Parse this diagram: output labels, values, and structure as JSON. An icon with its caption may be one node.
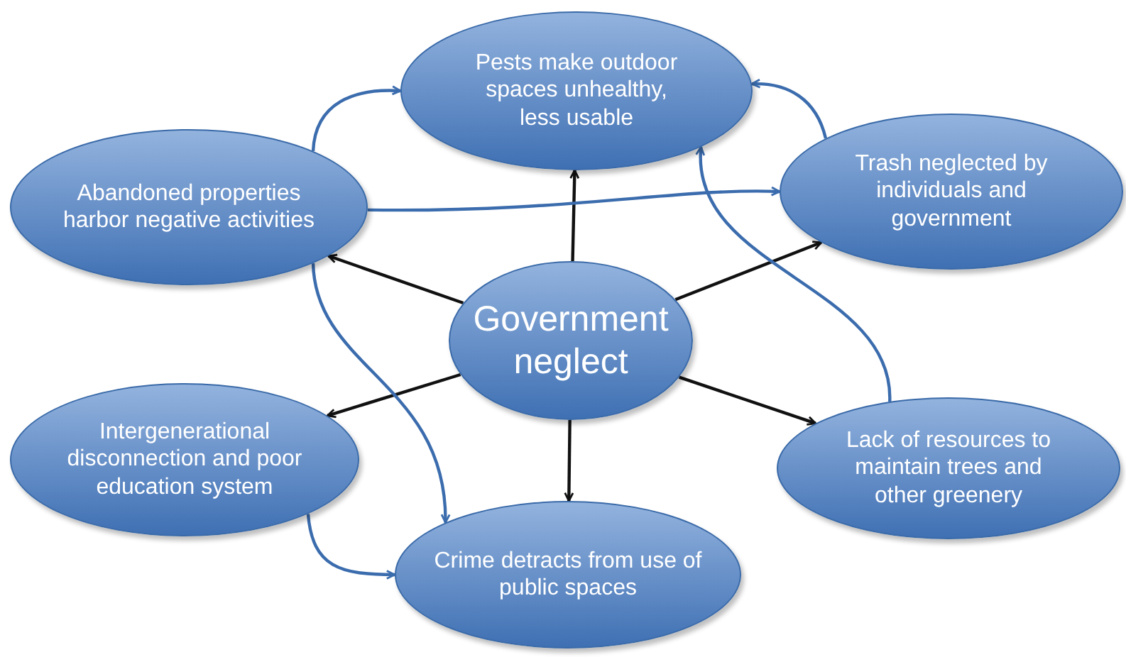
{
  "diagram": {
    "nodes": [
      {
        "text": [
          "Government neglect"
        ]
      },
      {
        "text": [
          "Pests make outdoor spaces unhealthy, less usable"
        ]
      },
      {
        "text": [
          "Abandoned properties harbor negative activities"
        ]
      },
      {
        "text": [
          "Trash neglected by individuals and government"
        ]
      },
      {
        "text": [
          "Intergenerational disconnection and poor education system"
        ]
      },
      {
        "text": [
          "Lack of resources to maintain trees and other greenery"
        ]
      },
      {
        "text": [
          "Crime detracts from use of public spaces"
        ]
      }
    ],
    "edges": [
      {
        "from": 0,
        "to": 1,
        "arrow": "to"
      },
      {
        "from": 0,
        "to": 2,
        "arrow": "to"
      },
      {
        "from": 0,
        "to": 3,
        "arrow": "to"
      },
      {
        "from": 0,
        "to": 4,
        "arrow": "to"
      },
      {
        "from": 0,
        "to": 5,
        "arrow": "to"
      },
      {
        "from": 0,
        "to": 6,
        "arrow": "to"
      },
      {
        "from": 2,
        "to": 1,
        "arrow": "to",
        "color": "#3b6cad"
      },
      {
        "from": 2,
        "to": 3,
        "arrow": "to",
        "color": "#3b6cad"
      },
      {
        "from": 2,
        "to": 6,
        "arrow": "to",
        "color": "#3b6cad"
      },
      {
        "from": 4,
        "to": 6,
        "arrow": "to",
        "color": "#3b6cad"
      },
      {
        "from": 3,
        "to": 1,
        "arrow": "to",
        "color": "#3b6cad"
      },
      {
        "from": 5,
        "to": 1,
        "arrow": "to",
        "color": "#3b6cad"
      }
    ]
  }
}
